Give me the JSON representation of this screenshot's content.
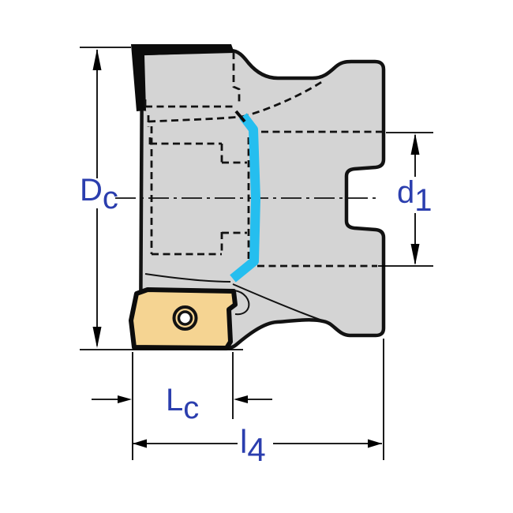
{
  "figure": {
    "kind": "technical-drawing",
    "subject": "Indexable shoulder milling cutter side view with dimension callouts"
  },
  "labels": {
    "dc": {
      "main": "D",
      "sub": "c"
    },
    "d1": {
      "main": "d",
      "sub": "1"
    },
    "lc": {
      "main": "L",
      "sub": "c"
    },
    "l4": {
      "main": "l",
      "sub": "4"
    }
  },
  "colors": {
    "background": "#ffffff",
    "body_fill": "#d4d4d4",
    "outline": "#121212",
    "insert_fill": "#f5d492",
    "edge_highlight": "#25beef",
    "label_text": "#2b3eae"
  }
}
